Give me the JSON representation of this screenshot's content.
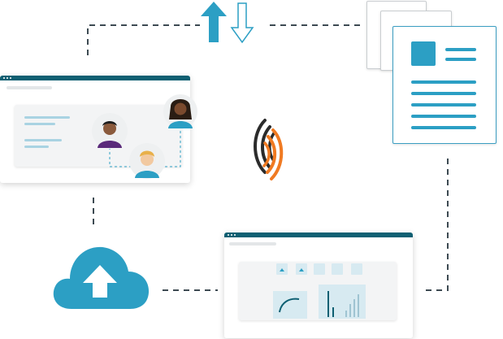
{
  "diagram": {
    "description_nodes": [
      "users-window",
      "documents-stack",
      "sync-arrows",
      "signal-logo",
      "cloud-upload",
      "dashboard-window"
    ],
    "colors": {
      "primary_blue": "#2c9fc4",
      "dark_teal": "#0e5f72",
      "accent_orange": "#f07a22",
      "logo_dark": "#2b2b2b",
      "connector": "#3d4a52",
      "panel_gray": "#f3f4f5"
    },
    "icons": {
      "upload_arrow": "arrow-up-icon",
      "download_arrow": "arrow-down-icon",
      "cloud": "cloud-upload-icon",
      "logo": "signal-waves-icon"
    },
    "users": [
      {
        "name": "user-avatar-man",
        "skin": "#8a5a3c",
        "shirt": "#5a2a7a"
      },
      {
        "name": "user-avatar-woman",
        "skin": "#7a4a2e",
        "shirt": "#2c9fc4"
      },
      {
        "name": "user-avatar-blond",
        "skin": "#f2c9a0",
        "shirt": "#2c9fc4"
      }
    ]
  }
}
